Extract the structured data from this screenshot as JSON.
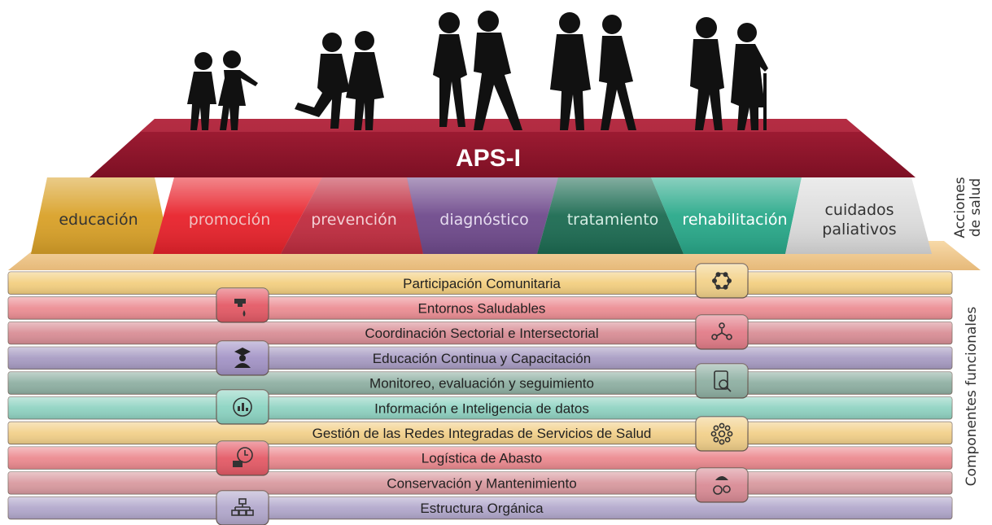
{
  "title": "APS-I",
  "actions_label": [
    "Acciones",
    "de salud"
  ],
  "components_label": "Componentes funcionales",
  "actions": [
    {
      "label": [
        "educación"
      ],
      "color": "#d9a128",
      "text_color": "#333333"
    },
    {
      "label": [
        "promoción"
      ],
      "color": "#e8222b",
      "text_color": "#f0c0c0"
    },
    {
      "label": [
        "prevención"
      ],
      "color": "#c02c3f",
      "text_color": "#f3d0d5"
    },
    {
      "label": [
        "diagnóstico"
      ],
      "color": "#6f4a8c",
      "text_color": "#e6dcef"
    },
    {
      "label": [
        "tratamiento"
      ],
      "color": "#1c6b52",
      "text_color": "#d6ede4"
    },
    {
      "label": [
        "rehabilitación"
      ],
      "color": "#29a98a",
      "text_color": "#ffffff"
    },
    {
      "label": [
        "cuidados",
        "paliativos"
      ],
      "color": "#dcdcdc",
      "text_color": "#333333"
    }
  ],
  "components": [
    {
      "label": "Participación Comunitaria",
      "color": "#f3cf80"
    },
    {
      "label": "Entornos Saludables",
      "color": "#ec8e94"
    },
    {
      "label": "Coordinación Sectorial e Intersectorial",
      "color": "#d98e96"
    },
    {
      "label": "Educación Continua y Capacitación",
      "color": "#a89cc3"
    },
    {
      "label": "Monitoreo, evaluación y seguimiento",
      "color": "#8fb0a3"
    },
    {
      "label": "Información e Inteligencia de datos",
      "color": "#90d3c2"
    },
    {
      "label": "Gestión de las Redes Integradas de Servicios de Salud",
      "color": "#f2d08a"
    },
    {
      "label": "Logística de Abasto",
      "color": "#ec8a90"
    },
    {
      "label": "Conservación y Mantenimiento",
      "color": "#d99aa0"
    },
    {
      "label": "Estructura Orgánica",
      "color": "#b2a8cc"
    }
  ],
  "icons": [
    {
      "name": "community-network-icon",
      "side": "right",
      "row": 0
    },
    {
      "name": "water-tap-icon",
      "side": "left",
      "row": 1
    },
    {
      "name": "people-network-icon",
      "side": "right",
      "row": 2
    },
    {
      "name": "graduate-teacher-icon",
      "side": "left",
      "row": 3
    },
    {
      "name": "clipboard-magnifier-icon",
      "side": "right",
      "row": 4
    },
    {
      "name": "data-analytics-icon",
      "side": "left",
      "row": 5
    },
    {
      "name": "integrated-network-icon",
      "side": "right",
      "row": 6
    },
    {
      "name": "delivery-truck-clock-icon",
      "side": "left",
      "row": 7
    },
    {
      "name": "maintenance-gears-icon",
      "side": "right",
      "row": 8
    },
    {
      "name": "org-chart-icon",
      "side": "left",
      "row": 9
    }
  ],
  "silhouettes": [
    "children-pair-silhouette",
    "kids-running-silhouette",
    "young-adults-silhouette",
    "adults-walking-silhouette",
    "elderly-couple-silhouette"
  ]
}
